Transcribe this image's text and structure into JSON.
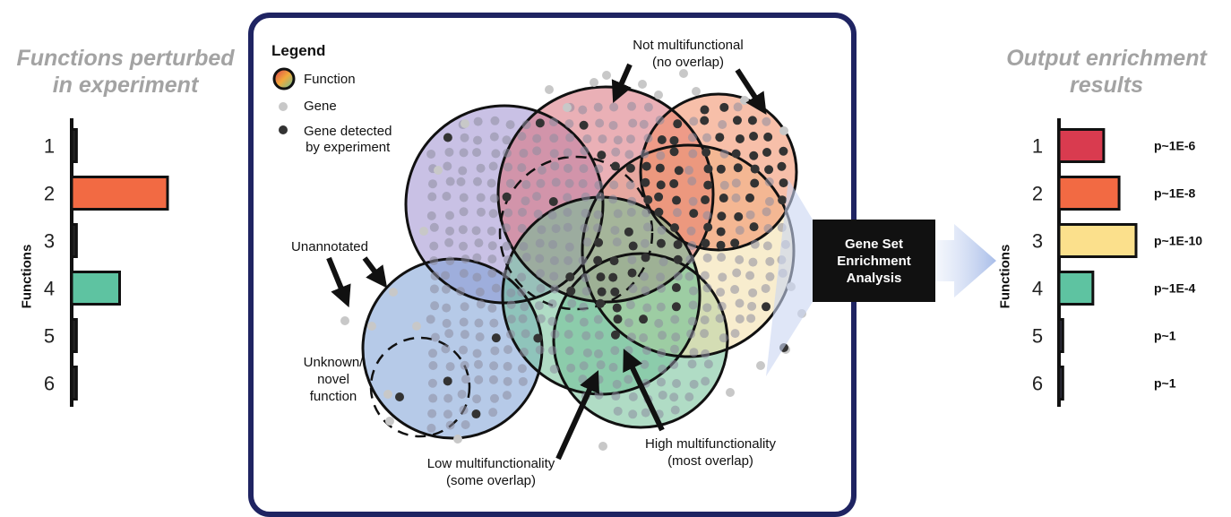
{
  "left_panel": {
    "title_line1": "Functions perturbed",
    "title_line2": "in experiment",
    "axis_title": "Functions",
    "bars": [
      {
        "label": "1",
        "value": 0.05,
        "color": "#222222"
      },
      {
        "label": "2",
        "value": 1.0,
        "color": "#f26a43"
      },
      {
        "label": "3",
        "value": 0.05,
        "color": "#222222"
      },
      {
        "label": "4",
        "value": 0.5,
        "color": "#5ec3a1"
      },
      {
        "label": "5",
        "value": 0.05,
        "color": "#222222"
      },
      {
        "label": "6",
        "value": 0.05,
        "color": "#222222"
      }
    ]
  },
  "legend": {
    "title": "Legend",
    "function_label": "Function",
    "gene_label": "Gene",
    "detected_label_line1": "Gene detected",
    "detected_label_line2": "by experiment"
  },
  "annotations": {
    "not_multi_line1": "Not multifunctional",
    "not_multi_line2": "(no overlap)",
    "unannotated": "Unannotated",
    "unknown_line1": "Unknown/",
    "unknown_line2": "novel",
    "unknown_line3": "function",
    "low_line1": "Low multifunctionality",
    "low_line2": "(some overlap)",
    "high_line1": "High multifunctionality",
    "high_line2": "(most overlap)"
  },
  "process": {
    "line1": "Gene Set",
    "line2": "Enrichment",
    "line3": "Analysis"
  },
  "right_panel": {
    "title_line1": "Output enrichment",
    "title_line2": "results",
    "axis_title": "Functions",
    "bars": [
      {
        "label": "1",
        "value": 0.58,
        "pvalue": "p~1E-6",
        "color": "#d93b4f"
      },
      {
        "label": "2",
        "value": 0.78,
        "pvalue": "p~1E-8",
        "color": "#f26a43"
      },
      {
        "label": "3",
        "value": 1.0,
        "pvalue": "p~1E-10",
        "color": "#fbe08c"
      },
      {
        "label": "4",
        "value": 0.44,
        "pvalue": "p~1E-4",
        "color": "#5ec3a1"
      },
      {
        "label": "5",
        "value": 0.05,
        "pvalue": "p~1",
        "color": "#333344"
      },
      {
        "label": "6",
        "value": 0.05,
        "pvalue": "p~1",
        "color": "#333344"
      }
    ]
  },
  "colors": {
    "panel_border": "#1f2462",
    "heading_gray": "#a3a3a3",
    "gene_gray": "#c8c8c8",
    "gene_detected": "#333333",
    "circle_purple": "#9c8ed0",
    "circle_red": "#d8707a",
    "circle_orange": "#f08a62",
    "circle_yellow": "#f3dfa6",
    "circle_blue": "#7a9fd6",
    "circle_green": "#6fbf95"
  }
}
